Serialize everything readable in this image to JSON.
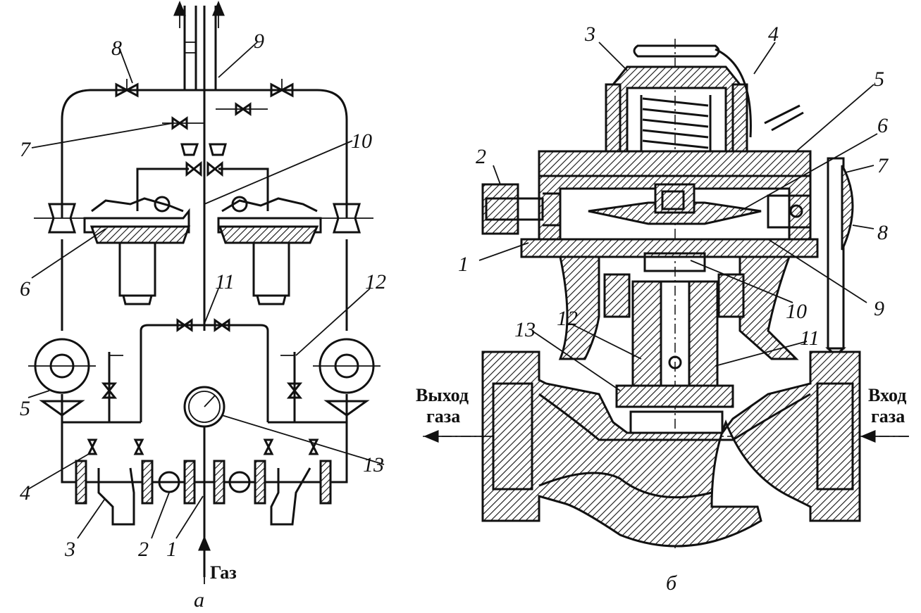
{
  "left_diagram": {
    "caption": "а",
    "gas_label": "Газ",
    "callouts": [
      "1",
      "2",
      "3",
      "4",
      "5",
      "6",
      "7",
      "8",
      "9",
      "10",
      "11",
      "12",
      "13"
    ]
  },
  "right_diagram": {
    "caption": "б",
    "outlet_label_line1": "Выход",
    "outlet_label_line2": "газа",
    "inlet_label_line1": "Вход",
    "inlet_label_line2": "газа",
    "callouts": [
      "1",
      "2",
      "3",
      "4",
      "5",
      "6",
      "7",
      "8",
      "9",
      "10",
      "11",
      "12",
      "13"
    ]
  }
}
